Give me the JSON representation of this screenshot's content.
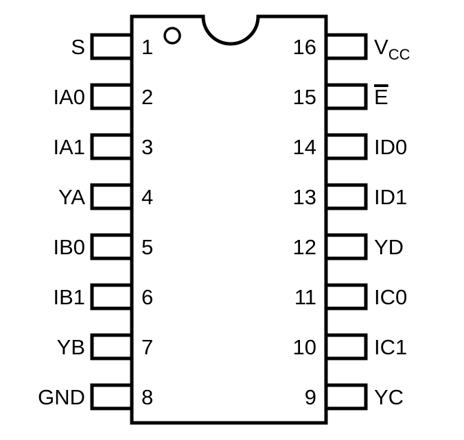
{
  "diagram": {
    "title": "16-pin DIP pinout diagram",
    "package": {
      "name": "dip-16-body",
      "pin_count": 16,
      "notch": "top-center-semicircle",
      "pin1_marker": "circle-dot"
    },
    "colors": {
      "outline": "#000000",
      "background": "#ffffff",
      "text": "#000000"
    },
    "left_pins": [
      {
        "number": "1",
        "label": "S",
        "overline": false,
        "subscript": ""
      },
      {
        "number": "2",
        "label": "IA0",
        "overline": false,
        "subscript": ""
      },
      {
        "number": "3",
        "label": "IA1",
        "overline": false,
        "subscript": ""
      },
      {
        "number": "4",
        "label": "YA",
        "overline": false,
        "subscript": ""
      },
      {
        "number": "5",
        "label": "IB0",
        "overline": false,
        "subscript": ""
      },
      {
        "number": "6",
        "label": "IB1",
        "overline": false,
        "subscript": ""
      },
      {
        "number": "7",
        "label": "YB",
        "overline": false,
        "subscript": ""
      },
      {
        "number": "8",
        "label": "GND",
        "overline": false,
        "subscript": ""
      }
    ],
    "right_pins": [
      {
        "number": "16",
        "label": "V",
        "overline": false,
        "subscript": "CC"
      },
      {
        "number": "15",
        "label": "E",
        "overline": true,
        "subscript": ""
      },
      {
        "number": "14",
        "label": "ID0",
        "overline": false,
        "subscript": ""
      },
      {
        "number": "13",
        "label": "ID1",
        "overline": false,
        "subscript": ""
      },
      {
        "number": "12",
        "label": "YD",
        "overline": false,
        "subscript": ""
      },
      {
        "number": "11",
        "label": "IC0",
        "overline": false,
        "subscript": ""
      },
      {
        "number": "10",
        "label": "IC1",
        "overline": false,
        "subscript": ""
      },
      {
        "number": "9",
        "label": "YC",
        "overline": false,
        "subscript": ""
      }
    ]
  }
}
